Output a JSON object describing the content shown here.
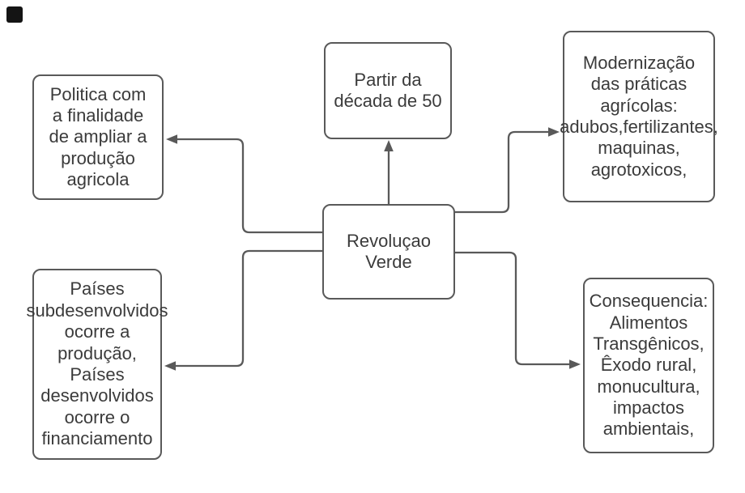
{
  "nodes": {
    "center": {
      "text": "Revoluçao\nVerde"
    },
    "top": {
      "text": "Partir da\ndécada de 50"
    },
    "top_right": {
      "text": "Modernização\ndas práticas\nagrícolas:\nadubos,fertilizantes,\nmaquinas,\nagrotoxicos,"
    },
    "left": {
      "text": "Politica com\na finalidade\nde ampliar a\nprodução\nagricola"
    },
    "bottom_left": {
      "text": "Países\nsubdesenvolvidos\nocorre a\nprodução,\nPaíses\ndesenvolvidos\nocorre o\nfinanciamento"
    },
    "bottom_right": {
      "text": "Consequencia:\nAlimentos\nTransgênicos,\nÊxodo rural,\nmonucultura,\nimpactos\nambientais,"
    }
  },
  "edges": [
    {
      "from": "center",
      "to": "top"
    },
    {
      "from": "center",
      "to": "top_right"
    },
    {
      "from": "center",
      "to": "bottom_right"
    },
    {
      "from": "center",
      "to": "left"
    },
    {
      "from": "center",
      "to": "bottom_left"
    }
  ],
  "colors": {
    "stroke": "#595959",
    "text": "#3b3b3b",
    "background": "#ffffff",
    "corner_marker": "#141414"
  }
}
